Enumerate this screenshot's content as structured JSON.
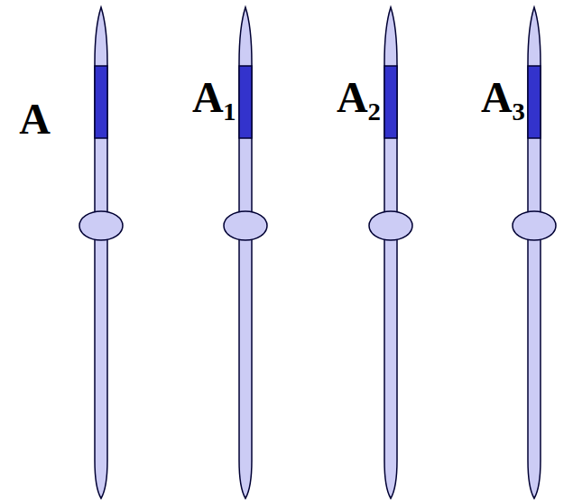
{
  "diagram": {
    "labels": [
      "A",
      "A₁",
      "A₂",
      "A₃"
    ]
  }
}
